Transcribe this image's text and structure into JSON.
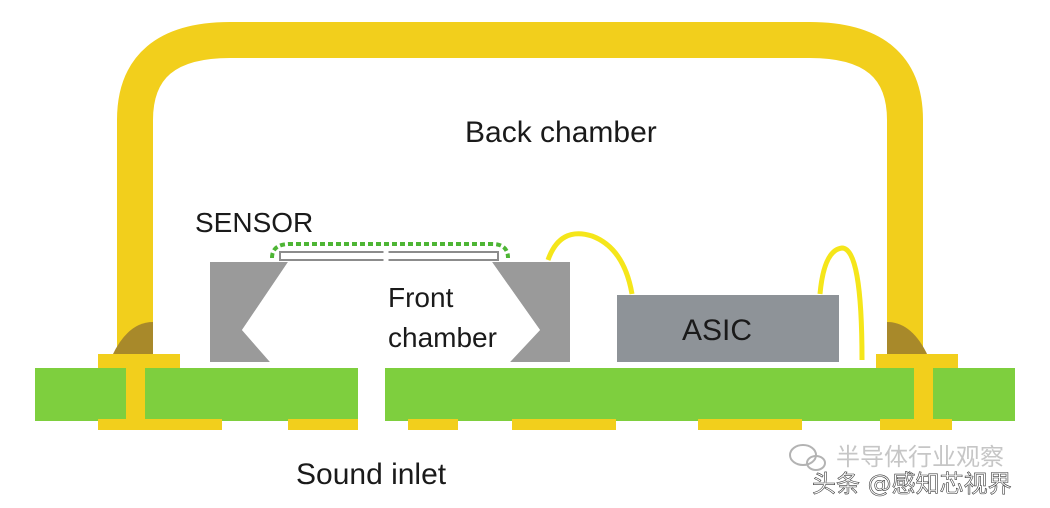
{
  "labels": {
    "back_chamber": "Back chamber",
    "sensor": "SENSOR",
    "front_chamber_line1": "Front",
    "front_chamber_line2": "chamber",
    "asic": "ASIC",
    "sound_inlet": "Sound inlet"
  },
  "watermark": {
    "line1": "半导体行业观察",
    "line2": "头条 @感知芯视界",
    "icon": "wechat-bubble-icon"
  },
  "colors": {
    "lid_yellow": "#f2cf1c",
    "lid_shadow": "#a8892a",
    "pcb_green": "#7ecf3e",
    "sensor_gray": "#9a9a9a",
    "asic_gray": "#8e9398",
    "membrane_green": "#4db534",
    "wire_yellow": "#f5e61a",
    "text": "#1a1a1a",
    "background": "#ffffff"
  }
}
